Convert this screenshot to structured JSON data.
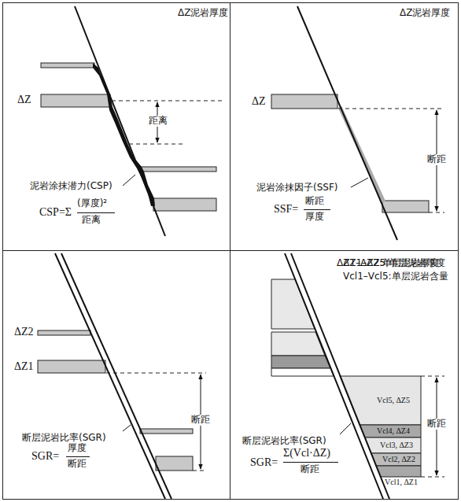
{
  "diagram": {
    "nodes": [
      {
        "text": [
          "Vcl5, ΔZ5"
        ]
      },
      {
        "text": [
          "Vcl4, ΔZ4"
        ]
      },
      {
        "text": [
          "Vcl3, ΔZ3"
        ]
      },
      {
        "text": [
          "Vcl2, ΔZ2"
        ]
      },
      {
        "text": [
          "Vcl1, ΔZ1"
        ]
      }
    ],
    "labels": [
      "ΔZ泥岩厚度",
      "ΔZ",
      "距离",
      "泥岩涂抹潜力(CSP)",
      "CSP=Σ",
      "(厚度)²",
      "距离",
      "ΔZ泥岩厚度",
      "ΔZ",
      "断距",
      "泥岩涂抹因子(SSF)",
      "SSF=",
      "断距",
      "厚度",
      "ΔZ1–ΔZ2:单层泥岩厚度",
      "ΔZ2",
      "ΔZ1",
      "断距",
      "断层泥岩比率(SGR)",
      "SGR=",
      "厚度",
      "断距",
      "ΔZ1–ΔZ5:单层泥岩厚度",
      "Vcl1–Vcl5:单层泥岩含量",
      "断距",
      "断层泥岩比率(SGR)",
      "SGR=",
      "Σ(Vcl·ΔZ)",
      "断距"
    ]
  }
}
